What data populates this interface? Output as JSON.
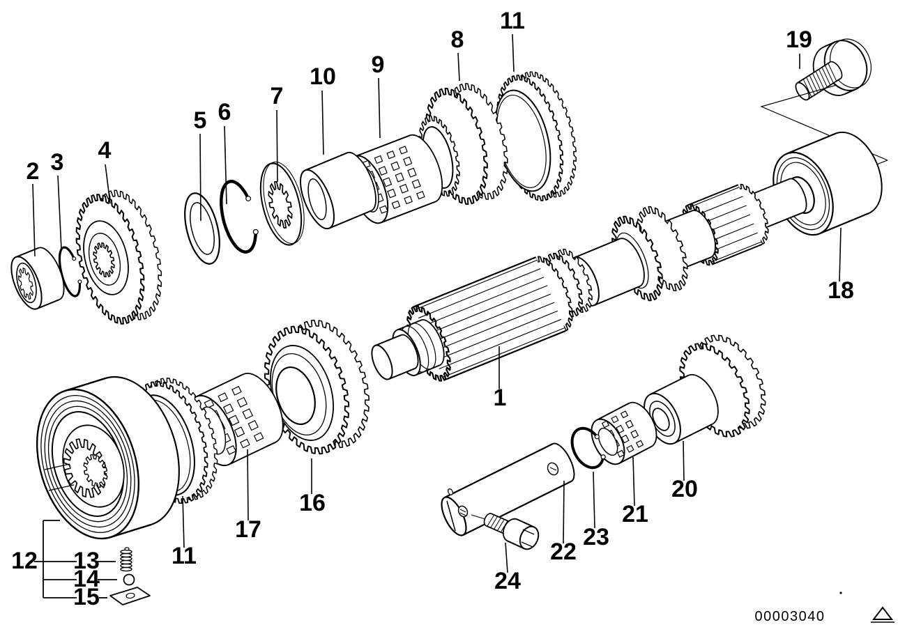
{
  "diagram": {
    "callouts": [
      {
        "label": "2"
      },
      {
        "label": "3"
      },
      {
        "label": "4"
      },
      {
        "label": "5"
      },
      {
        "label": "6"
      },
      {
        "label": "7"
      },
      {
        "label": "10"
      },
      {
        "label": "9"
      },
      {
        "label": "8"
      },
      {
        "label": "11"
      },
      {
        "label": "19"
      },
      {
        "label": "18"
      },
      {
        "label": "1"
      },
      {
        "label": "16"
      },
      {
        "label": "17"
      },
      {
        "label": "11"
      },
      {
        "label": "12"
      },
      {
        "label": "13"
      },
      {
        "label": "14"
      },
      {
        "label": "15"
      },
      {
        "label": "20"
      },
      {
        "label": "21"
      },
      {
        "label": "23"
      },
      {
        "label": "22"
      },
      {
        "label": "24"
      }
    ],
    "image_code": "00003040",
    "line_color": "#000000",
    "background_color": "#ffffff"
  }
}
